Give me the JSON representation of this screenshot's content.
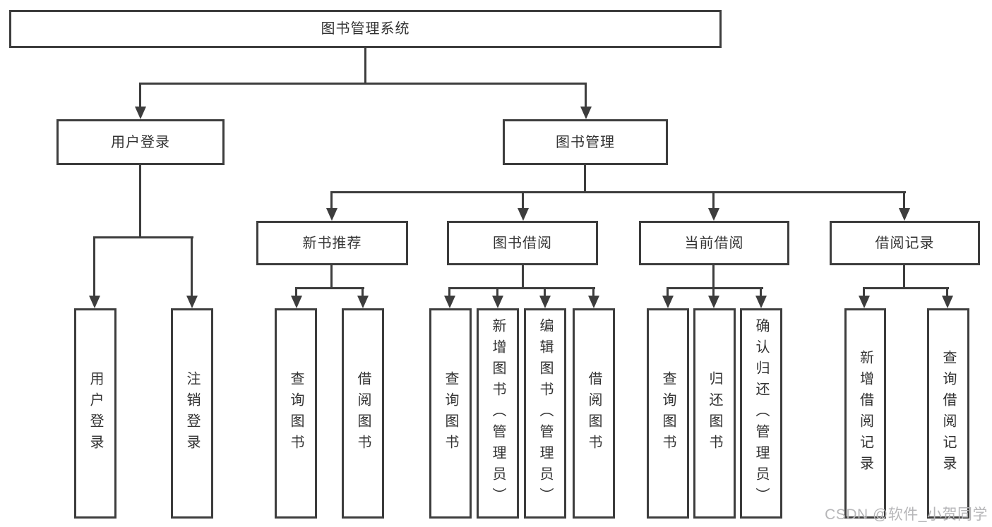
{
  "diagram": {
    "colors": {
      "line": "#3d3d3d",
      "text": "#333333",
      "background": "#ffffff",
      "watermark": "#b6b6b8"
    },
    "tree": {
      "root": "图书管理系统",
      "children": [
        {
          "label": "用户登录",
          "children": [
            "用户登录",
            "注销登录"
          ]
        },
        {
          "label": "图书管理",
          "children": [
            {
              "label": "新书推荐",
              "children": [
                "查询图书",
                "借阅图书"
              ]
            },
            {
              "label": "图书借阅",
              "children": [
                "查询图书",
                "新增图书（管理员）",
                "编辑图书（管理员）",
                "借阅图书"
              ]
            },
            {
              "label": "当前借阅",
              "children": [
                "查询图书",
                "归还图书",
                "确认归还（管理员）"
              ]
            },
            {
              "label": "借阅记录",
              "children": [
                "新增借阅记录",
                "查询借阅记录"
              ]
            }
          ]
        }
      ]
    },
    "watermark": "CSDN @软件_小贺同学"
  }
}
